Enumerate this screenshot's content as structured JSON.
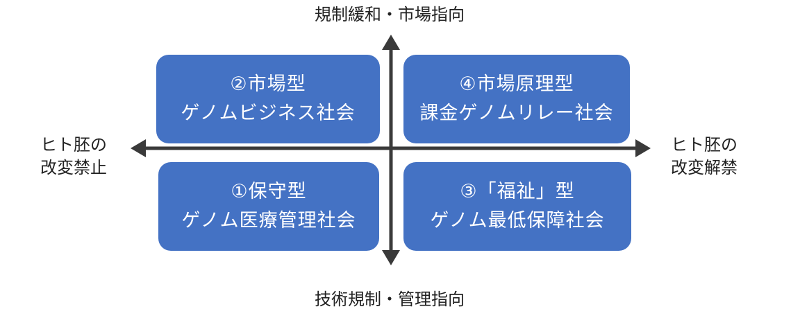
{
  "axes": {
    "top": "規制緩和・市場指向",
    "bottom": "技術規制・管理指向",
    "left": [
      "ヒト胚の",
      "改変禁止"
    ],
    "right": [
      "ヒト胚の",
      "改変解禁"
    ]
  },
  "quadrants": {
    "q2": {
      "title": "②市場型",
      "subtitle": "ゲノムビジネス社会"
    },
    "q4": {
      "title": "④市場原理型",
      "subtitle": "課金ゲノムリレー社会"
    },
    "q1": {
      "title": "①保守型",
      "subtitle": "ゲノム医療管理社会"
    },
    "q3": {
      "title": "③「福祉」型",
      "subtitle": "ゲノム最低保障社会"
    }
  },
  "colors": {
    "quadrant_fill": "#4472c4",
    "quadrant_text": "#ffffff",
    "axis_line": "#3a3a3a",
    "text": "#222222"
  }
}
